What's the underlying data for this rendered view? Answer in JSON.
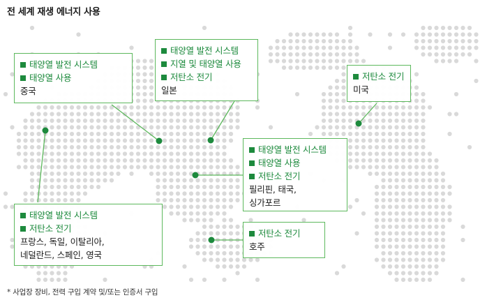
{
  "title": "전 세계 재생 에너지 사용",
  "colors": {
    "accent": "#1d8a3d",
    "border": "#5cb85c",
    "map_dot": "#d9d9d9",
    "marker": "#1d8a3d"
  },
  "regions": {
    "china": {
      "items": [
        "태양열 발전 시스템",
        "태양열 사용"
      ],
      "locations": [
        "중국"
      ]
    },
    "japan": {
      "items": [
        "태양열 발전 시스템",
        "지열 및 태양열 사용",
        "저탄소 전기"
      ],
      "locations": [
        "일본"
      ]
    },
    "usa": {
      "items": [
        "저탄소 전기"
      ],
      "locations": [
        "미국"
      ]
    },
    "asia": {
      "items": [
        "태양열 발전 시스템",
        "태양열 사용",
        "저탄소 전기"
      ],
      "locations": [
        "필리핀, 태국,",
        "싱가포르"
      ]
    },
    "europe": {
      "items": [
        "태양열 발전 시스템",
        "저탄소 전기"
      ],
      "locations": [
        "프랑스, 독일, 이탈리아,",
        "네덜란드, 스페인, 영국"
      ]
    },
    "australia": {
      "items": [
        "저탄소 전기"
      ],
      "locations": [
        "호주"
      ]
    }
  },
  "footnote": "* 사업장 장비, 전력 구입 계약 및/또는 인증서 구입"
}
